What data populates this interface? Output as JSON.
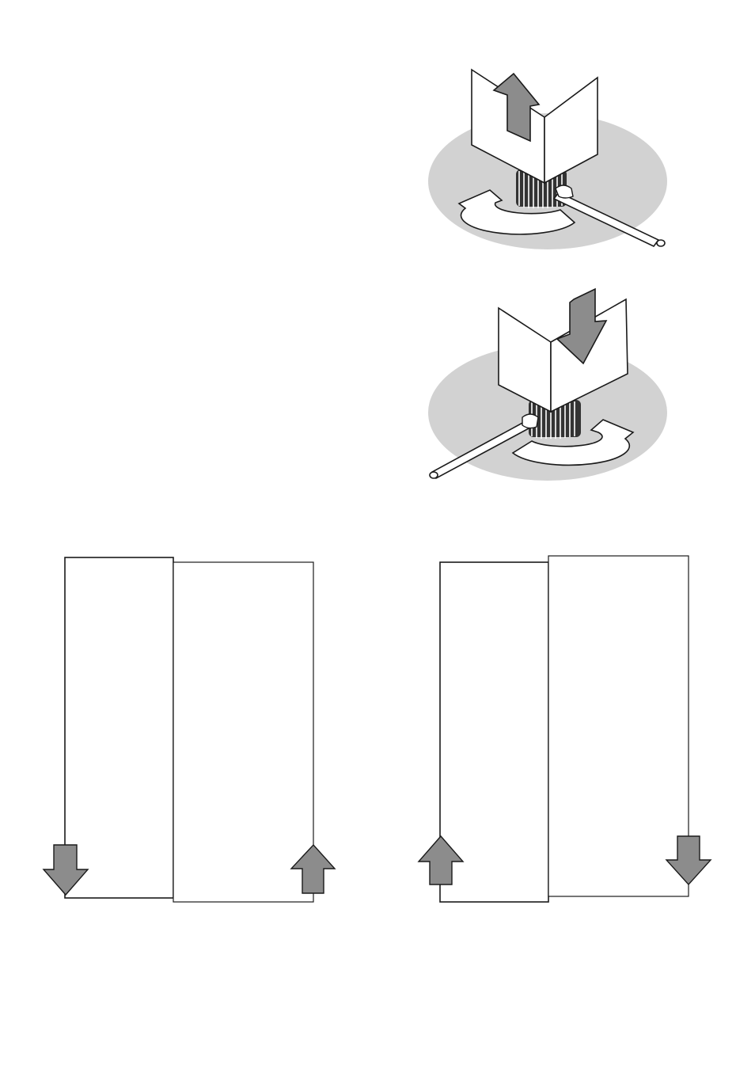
{
  "figures": [
    {
      "id": "raise",
      "arrow_direction": "up",
      "rotation": "counter-clockwise",
      "rod_side": "right"
    },
    {
      "id": "lower",
      "arrow_direction": "down",
      "rotation": "clockwise",
      "rod_side": "left"
    }
  ],
  "panels": [
    {
      "id": "left-pair",
      "left_panel_arrow": "down",
      "right_panel_arrow": "up"
    },
    {
      "id": "right-pair",
      "left_panel_arrow": "up",
      "right_panel_arrow": "down"
    }
  ],
  "colors": {
    "line": "#1a1a1a",
    "arrow_fill": "#8c8c8c",
    "disc_fill": "#d2d2d2",
    "panel_fill": "#ffffff",
    "gear_fill": "#333333"
  }
}
